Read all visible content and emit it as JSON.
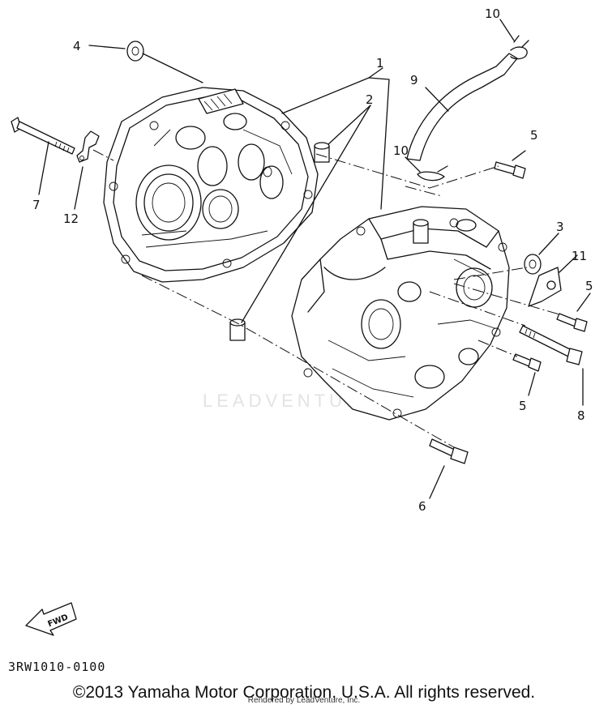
{
  "diagram": {
    "callouts": {
      "c1": "1",
      "c2": "2",
      "c3": "3",
      "c4": "4",
      "c5a": "5",
      "c5b": "5",
      "c5c": "5",
      "c6": "6",
      "c7": "7",
      "c8": "8",
      "c9": "9",
      "c10a": "10",
      "c10b": "10",
      "c11": "11",
      "c12": "12"
    },
    "fwd_label": "FWD",
    "watermark": "LEADVENTURE"
  },
  "footer": {
    "part_code": "3RW1010-0100",
    "copyright": "©2013 Yamaha Motor Corporation, U.S.A. All rights reserved.",
    "rendered_by": "Rendered by LeadVenture, Inc."
  }
}
